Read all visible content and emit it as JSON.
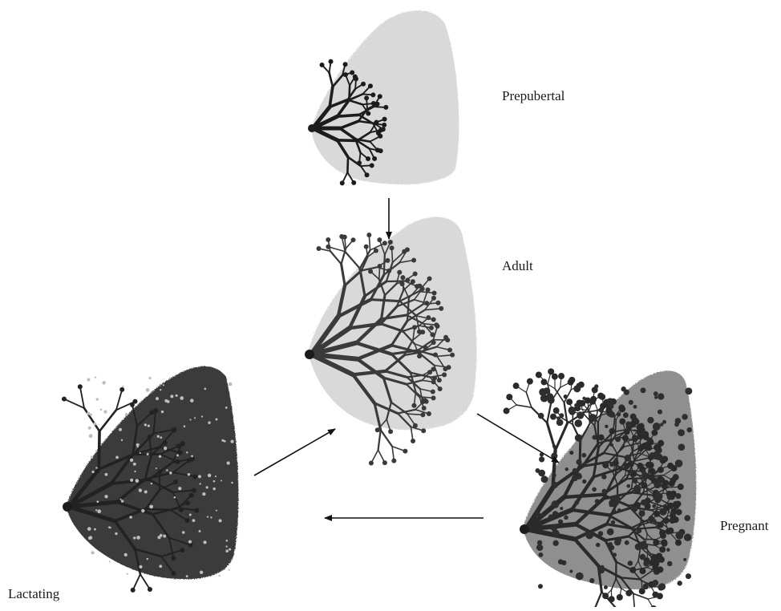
{
  "stages": {
    "prepubertal": {
      "label": "Prepubertal"
    },
    "adult": {
      "label": "Adult"
    },
    "pregnant": {
      "label": "Pregnant"
    },
    "lactating": {
      "label": "Lactating"
    }
  },
  "colors": {
    "gland_fill": "#d9d9d9",
    "duct": "#1c1c1c",
    "pregnant_fill": "#9a9a9a",
    "lactating_fill": "#3a3a3a",
    "arrow": "#111111"
  },
  "flow": [
    "prepubertal",
    "adult",
    "pregnant",
    "lactating",
    "adult"
  ]
}
